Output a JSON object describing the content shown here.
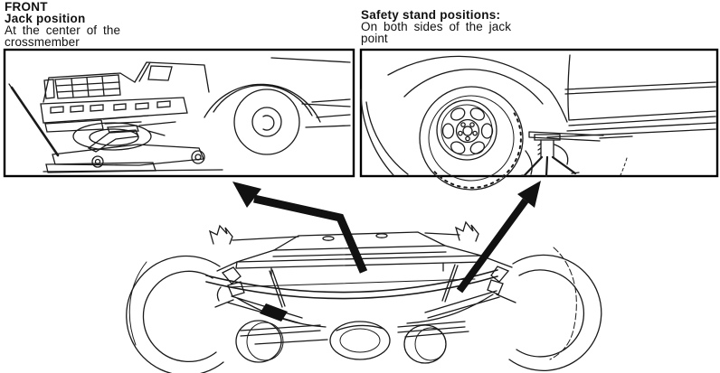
{
  "page": {
    "background_color": "#ffffff",
    "ink_color": "#1a1a1a",
    "panel_border_color": "#000000"
  },
  "captions": {
    "front_label": "FRONT",
    "jack": {
      "title": "Jack position",
      "lines": [
        "At the center of the",
        "crossmember"
      ]
    },
    "safety": {
      "title": "Safety stand positions:",
      "lines": [
        "On both sides of the jack",
        "point"
      ]
    }
  },
  "art": {
    "left_panel_icon": "pickup-front-raised-on-floor-jack",
    "right_panel_icon": "front-wheel-with-safety-stand",
    "bottom_icon": "front-underbody-suspension-view",
    "arrow_icons": [
      "arrow-to-jack-position-panel",
      "arrow-to-safety-stand-panel"
    ],
    "arrow_color": "#111111"
  }
}
